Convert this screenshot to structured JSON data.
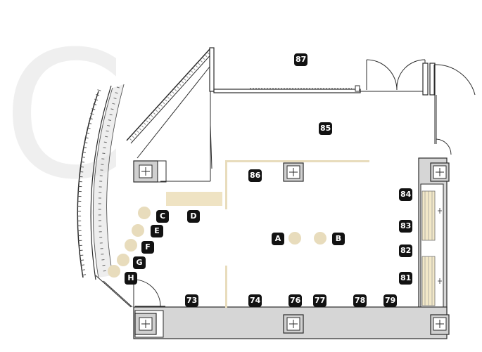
{
  "plan": {
    "section_letter": "C",
    "booths": [
      {
        "id": "87",
        "label": "87"
      },
      {
        "id": "85",
        "label": "85"
      },
      {
        "id": "86",
        "label": "86"
      },
      {
        "id": "84",
        "label": "84"
      },
      {
        "id": "83",
        "label": "83"
      },
      {
        "id": "82",
        "label": "82"
      },
      {
        "id": "81",
        "label": "81"
      },
      {
        "id": "79",
        "label": "79"
      },
      {
        "id": "78",
        "label": "78"
      },
      {
        "id": "77",
        "label": "77"
      },
      {
        "id": "76",
        "label": "76"
      },
      {
        "id": "74",
        "label": "74"
      },
      {
        "id": "73",
        "label": "73"
      },
      {
        "id": "A",
        "label": "A"
      },
      {
        "id": "B",
        "label": "B"
      },
      {
        "id": "C",
        "label": "C"
      },
      {
        "id": "D",
        "label": "D"
      },
      {
        "id": "E",
        "label": "E"
      },
      {
        "id": "F",
        "label": "F"
      },
      {
        "id": "G",
        "label": "G"
      },
      {
        "id": "H",
        "label": "H"
      }
    ],
    "colors": {
      "wall": "#2b2b2b",
      "partition": "#e8dcbc",
      "round_table": "#e8dcbc",
      "counter": "#d6d6d6",
      "tag_bg": "#121212",
      "tag_text": "#ffffff",
      "watermark": "#efefef"
    }
  }
}
